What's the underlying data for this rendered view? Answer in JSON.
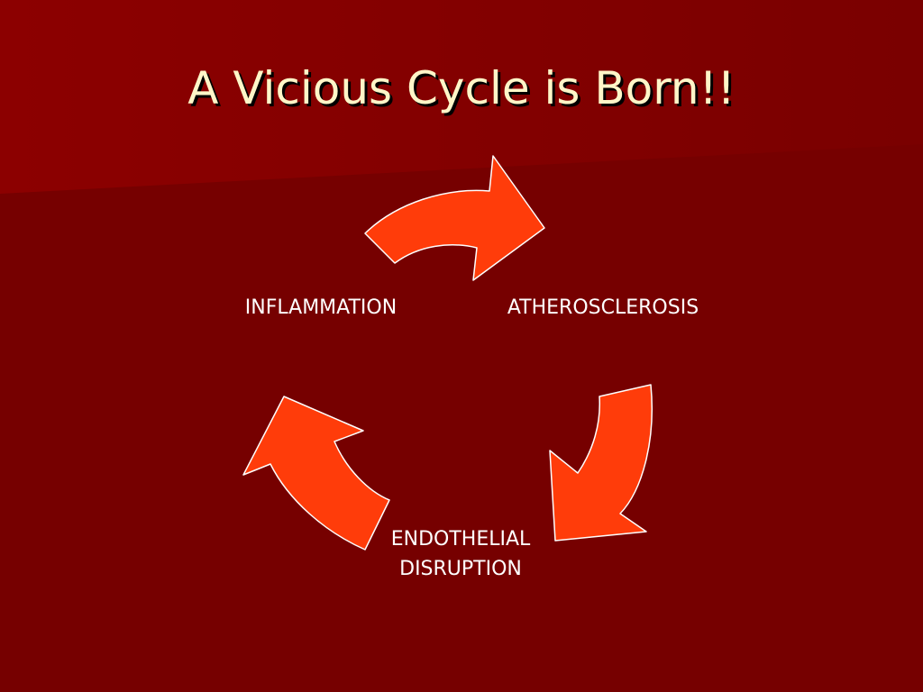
{
  "slide": {
    "title": "A Vicious Cycle is Born!!"
  },
  "cycle": {
    "nodes": [
      {
        "label": "INFLAMMATION"
      },
      {
        "label": "ATHEROSCLEROSIS"
      },
      {
        "label": "ENDOTHELIAL DISRUPTION"
      }
    ],
    "arrow_color": "#ff3c0a",
    "arrow_outline": "#ffffff"
  },
  "theme": {
    "background": "#760000",
    "background_light": "#8a0000",
    "title_color": "#fff6c8",
    "label_color": "#ffffff"
  }
}
